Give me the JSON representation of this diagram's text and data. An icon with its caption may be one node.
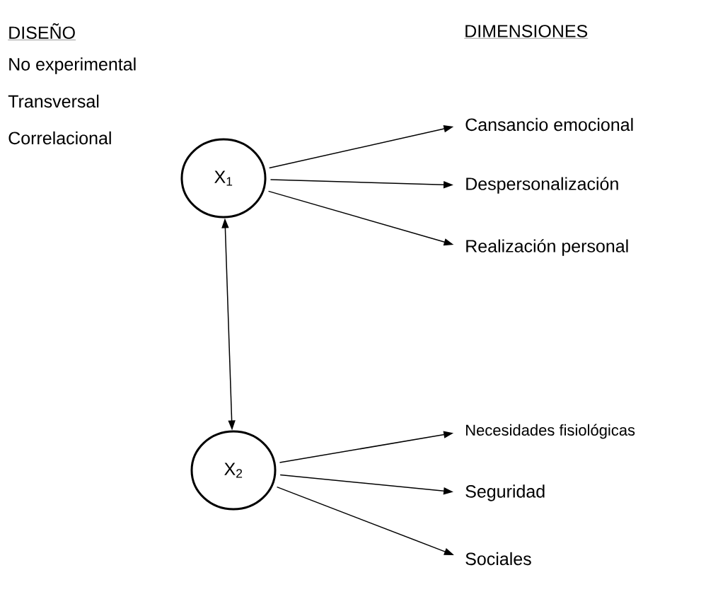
{
  "diagram": {
    "nodes": [
      {
        "text": [
          "X$_{1}$"
        ]
      },
      {
        "text": [
          "X$_{2}$"
        ]
      },
      {
        "text": [
          "Cansancio emocional"
        ]
      },
      {
        "text": [
          "Despersonalización"
        ]
      },
      {
        "text": [
          "Realización personal"
        ]
      },
      {
        "text": [
          "Necesidades fisiológicas"
        ]
      },
      {
        "text": [
          "Seguridad"
        ]
      },
      {
        "text": [
          "Sociales"
        ]
      }
    ],
    "edges": [
      {
        "from": 0,
        "to": 1,
        "arrow": "both"
      },
      {
        "from": 0,
        "to": 2,
        "arrow": "to"
      },
      {
        "from": 0,
        "to": 3,
        "arrow": "to"
      },
      {
        "from": 0,
        "to": 4,
        "arrow": "to"
      },
      {
        "from": 1,
        "to": 5,
        "arrow": "to"
      },
      {
        "from": 1,
        "to": 6,
        "arrow": "to"
      },
      {
        "from": 1,
        "to": 7,
        "arrow": "to"
      }
    ],
    "labels": [
      "DISEÑO",
      "DIMENSIONES",
      "No experimental",
      "Transversal",
      "Correlacional"
    ]
  }
}
